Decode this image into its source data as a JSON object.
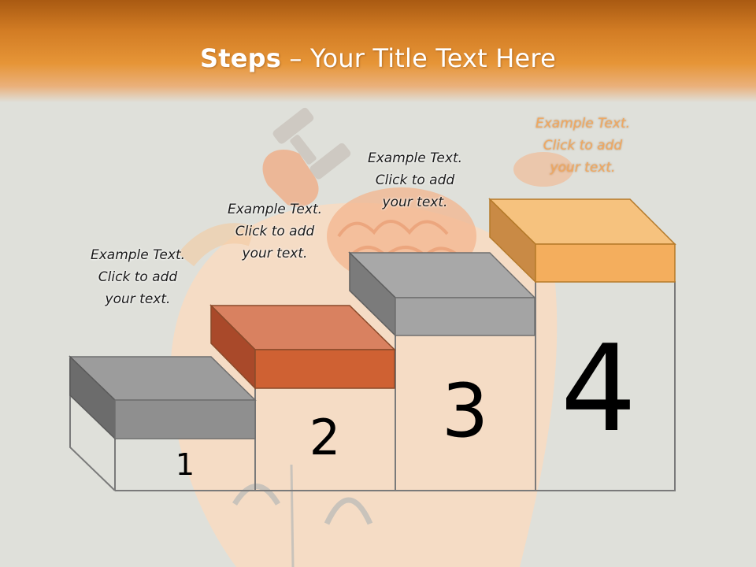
{
  "slide": {
    "title_bold": "Steps",
    "title_rest": " – Your Title Text Here"
  },
  "steps": [
    {
      "number": "1",
      "caption": [
        "Example Text.",
        "Click  to add",
        "your text."
      ],
      "block_color": "#8f8f8f"
    },
    {
      "number": "2",
      "caption": [
        "Example Text.",
        "Click  to add",
        "your text."
      ],
      "block_color": "#cf6133"
    },
    {
      "number": "3",
      "caption": [
        "Example Text.",
        "Click  to add",
        "your text."
      ],
      "block_color": "#a4a4a4"
    },
    {
      "number": "4",
      "caption": [
        "Example Text.",
        "Click  to add",
        "your text."
      ],
      "block_color": "#f4ae5d"
    }
  ],
  "colors": {
    "header": "#e08a2c",
    "background": "#dfe0da",
    "highlight_caption": "#f0a860"
  }
}
